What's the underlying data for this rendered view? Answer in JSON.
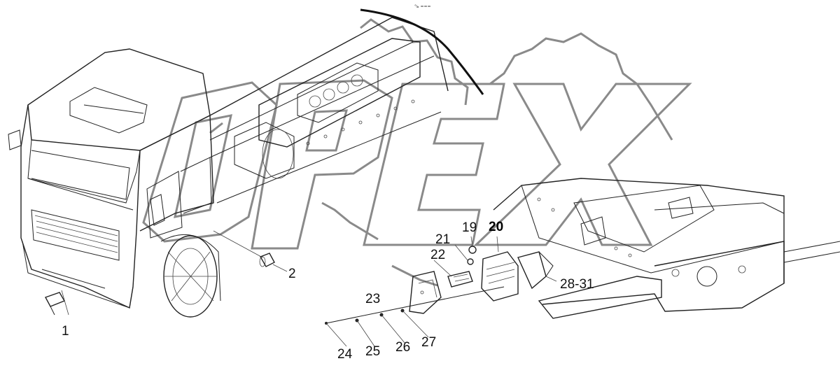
{
  "header": {
    "corner_text": "°ь ==="
  },
  "watermark": {
    "text": "OPEX"
  },
  "callouts": [
    {
      "id": "c1",
      "label": "1",
      "style": "normal"
    },
    {
      "id": "c2",
      "label": "2",
      "style": "normal"
    },
    {
      "id": "c19",
      "label": "19",
      "style": "normal"
    },
    {
      "id": "c20",
      "label": "20",
      "style": "bold"
    },
    {
      "id": "c21",
      "label": "21",
      "style": "normal"
    },
    {
      "id": "c22",
      "label": "22",
      "style": "normal"
    },
    {
      "id": "c23",
      "label": "23",
      "style": "normal"
    },
    {
      "id": "c24",
      "label": "24",
      "style": "normal"
    },
    {
      "id": "c25",
      "label": "25",
      "style": "normal"
    },
    {
      "id": "c26",
      "label": "26",
      "style": "normal"
    },
    {
      "id": "c27",
      "label": "27",
      "style": "normal"
    },
    {
      "id": "c2831",
      "label": "28-31",
      "style": "normal"
    }
  ]
}
